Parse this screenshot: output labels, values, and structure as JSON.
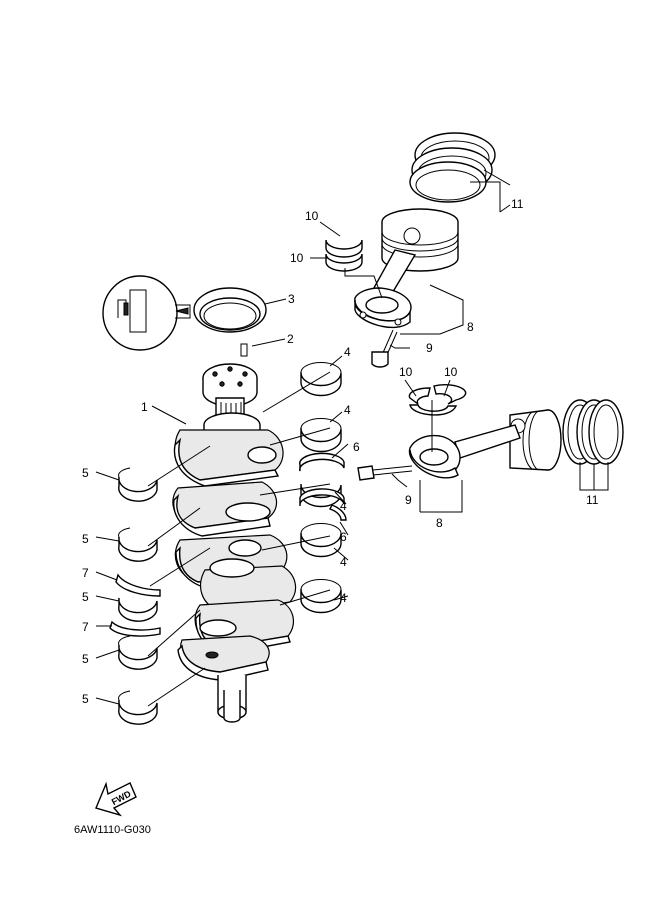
{
  "callouts": [
    {
      "id": "c1",
      "label": "1"
    },
    {
      "id": "c2",
      "label": "2"
    },
    {
      "id": "c3",
      "label": "3"
    },
    {
      "id": "c4a",
      "label": "4"
    },
    {
      "id": "c4b",
      "label": "4"
    },
    {
      "id": "c4c",
      "label": "4"
    },
    {
      "id": "c4d",
      "label": "4"
    },
    {
      "id": "c4e",
      "label": "4"
    },
    {
      "id": "c5a",
      "label": "5"
    },
    {
      "id": "c5b",
      "label": "5"
    },
    {
      "id": "c5c",
      "label": "5"
    },
    {
      "id": "c5d",
      "label": "5"
    },
    {
      "id": "c5e",
      "label": "5"
    },
    {
      "id": "c6a",
      "label": "6"
    },
    {
      "id": "c6b",
      "label": "6"
    },
    {
      "id": "c7a",
      "label": "7"
    },
    {
      "id": "c7b",
      "label": "7"
    },
    {
      "id": "c8a",
      "label": "8"
    },
    {
      "id": "c8b",
      "label": "8"
    },
    {
      "id": "c9a",
      "label": "9"
    },
    {
      "id": "c9b",
      "label": "9"
    },
    {
      "id": "c10a",
      "label": "10"
    },
    {
      "id": "c10b",
      "label": "10"
    },
    {
      "id": "c10c",
      "label": "10"
    },
    {
      "id": "c10d",
      "label": "10"
    },
    {
      "id": "c11a",
      "label": "11"
    },
    {
      "id": "c11b",
      "label": "11"
    }
  ],
  "fwd_label": "FWD",
  "figure_code": "6AW1110-G030"
}
